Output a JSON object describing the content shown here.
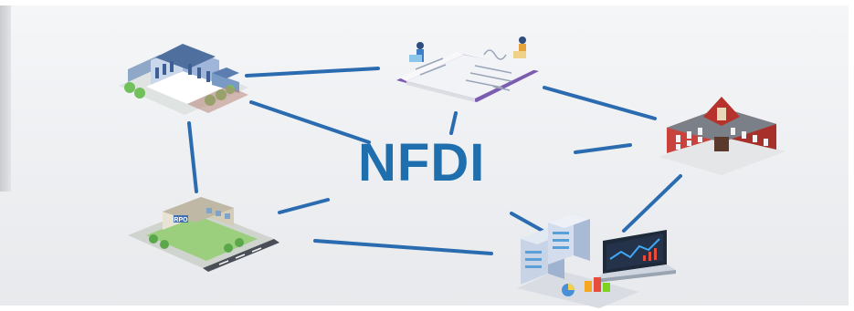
{
  "diagram": {
    "title": "NFDI",
    "nodes": [
      {
        "name": "university-building",
        "label": ""
      },
      {
        "name": "research-book",
        "label": ""
      },
      {
        "name": "red-brick-building",
        "label": ""
      },
      {
        "name": "office-building",
        "label": "RPO"
      },
      {
        "name": "data-center",
        "label": ""
      }
    ]
  },
  "colors": {
    "line": "#2b6cb0",
    "title": "#1f6fae",
    "background_top": "#f3f4f6",
    "background_bottom": "#e9ebee"
  }
}
